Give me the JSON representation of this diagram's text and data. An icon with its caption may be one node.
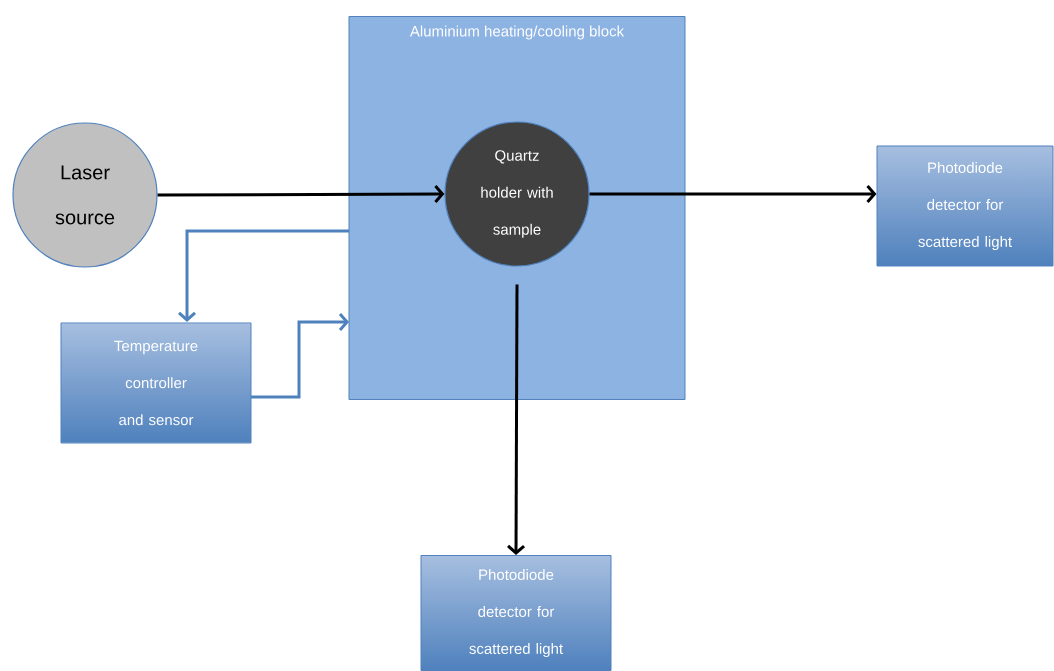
{
  "diagram": {
    "nodes": [
      {
        "text": [
          "Laser source"
        ]
      },
      {
        "text": [
          "Aluminium heating/cooling block"
        ]
      },
      {
        "text": [
          "Quartz holder with sample"
        ],
        "in": 1
      },
      {
        "text": [
          "Photodiode detector for scattered light"
        ]
      },
      {
        "text": [
          "Temperature controller and sensor"
        ]
      },
      {
        "text": [
          "Photodiode detector for scattered light"
        ]
      }
    ],
    "edges": [
      {
        "from": 0,
        "to": 2,
        "arrow": "to"
      },
      {
        "from": 2,
        "to": 3,
        "arrow": "to"
      },
      {
        "from": 1,
        "to": 4,
        "arrow": "to",
        "color": "#4f81bd"
      },
      {
        "from": 4,
        "to": 1,
        "arrow": "to",
        "color": "#4f81bd"
      },
      {
        "from": 2,
        "to": 5,
        "arrow": "to"
      }
    ]
  }
}
